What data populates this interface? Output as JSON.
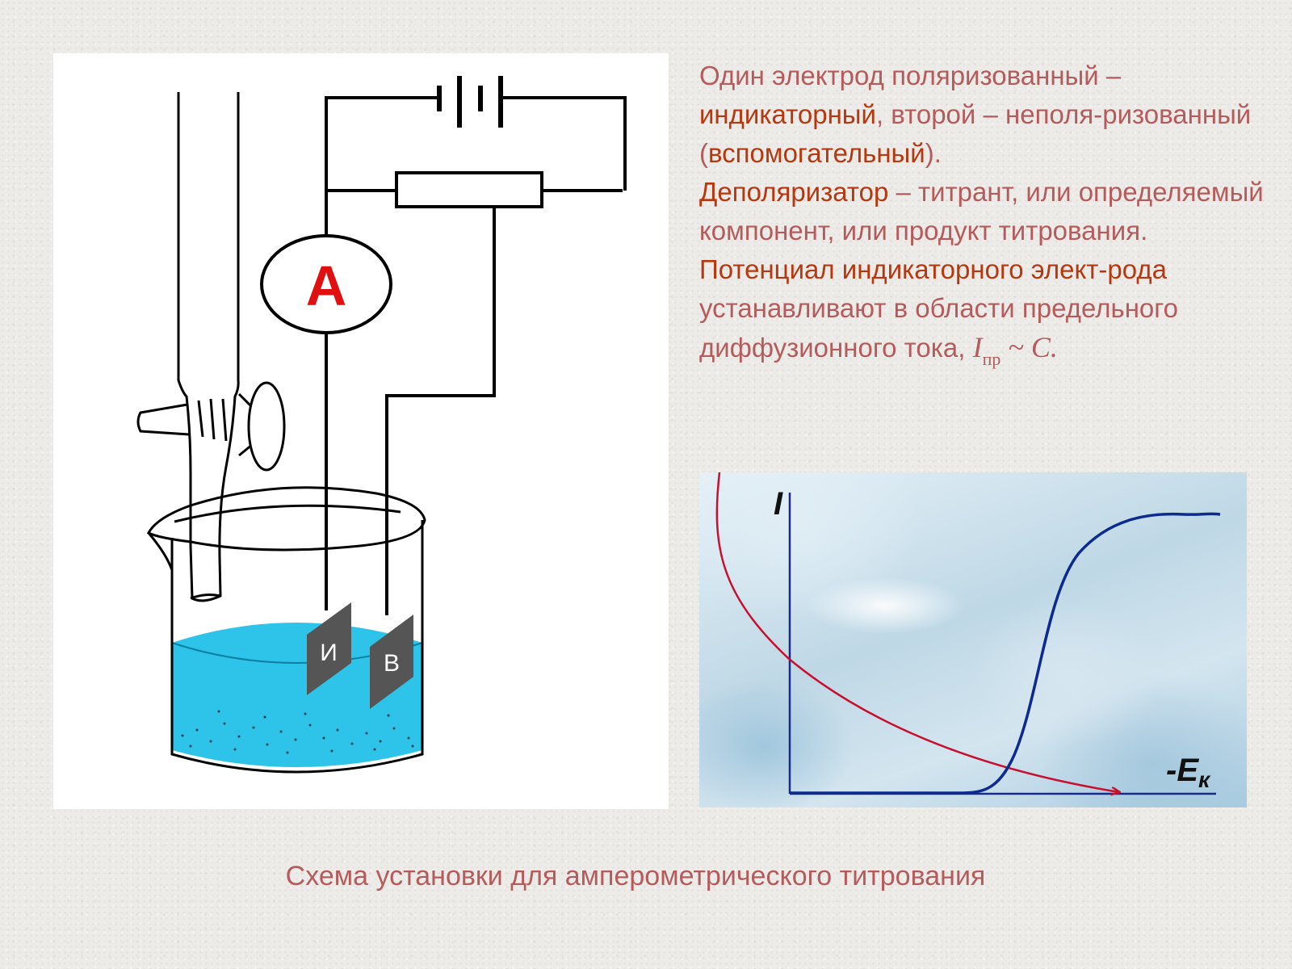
{
  "diagram": {
    "ammeter_label": "A",
    "electrode_indicator_label": "И",
    "electrode_auxiliary_label": "В"
  },
  "text": {
    "p1_a": "Один электрод поляризованный – ",
    "p1_b": "индикаторный",
    "p1_c": ", второй – неполя-ризованный (",
    "p1_d": "вспомогательный",
    "p1_e": ").",
    "p2_a": "Деполяризатор",
    "p2_b": " – титрант, или определяемый компонент, или продукт титрования.",
    "p3_a": "Потенциал индикаторного элект-рода",
    "p3_b": " устанавливают в области предельного диффузионного тока, ",
    "formula_i": "I",
    "formula_sub": "пр",
    "formula_rest": " ~ C."
  },
  "graph": {
    "y_axis_label": "I",
    "x_axis_label_main": "-E",
    "x_axis_label_sub": "к",
    "colors": {
      "red_curve": "#c8102e",
      "blue_curve": "#0d2b8f",
      "axis": "#1a2a8a"
    }
  },
  "caption": "Схема установки для амперометрического титрования"
}
